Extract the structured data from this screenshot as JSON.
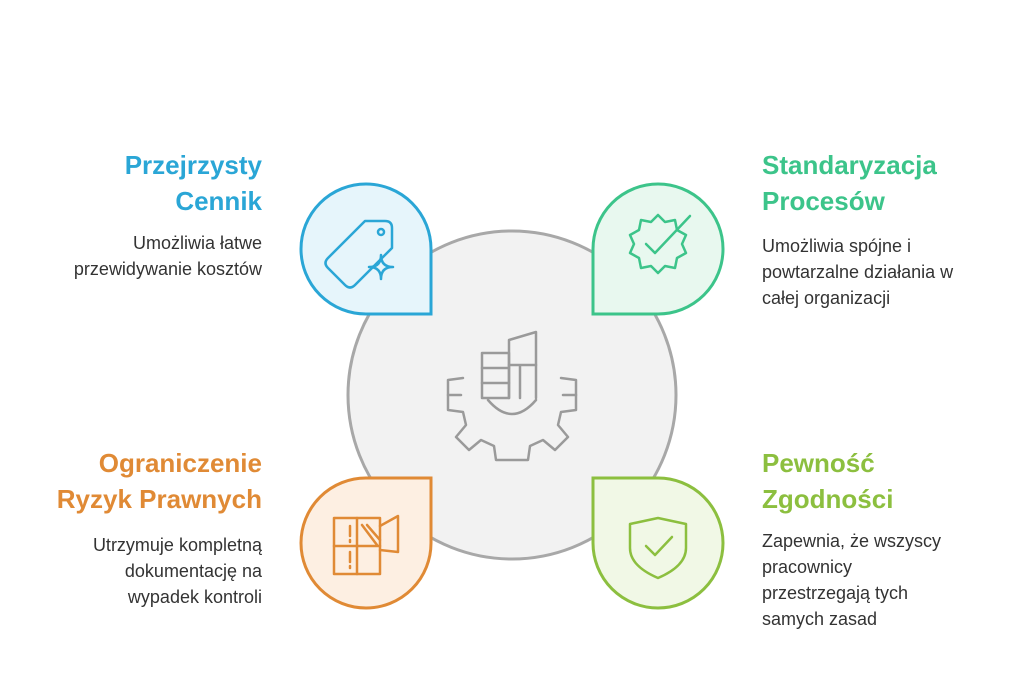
{
  "center": {
    "icon": "building-gear-icon"
  },
  "items": [
    {
      "title_line1": "Przejrzysty",
      "title_line2": "Cennik",
      "desc_line1": "Umożliwia łatwe",
      "desc_line2": "przewidywanie kosztów",
      "desc_line3": "",
      "desc_line4": "",
      "icon": "price-tag-icon",
      "color": "#2AA6D6",
      "fill": "#E6F5FB"
    },
    {
      "title_line1": "Standaryzacja",
      "title_line2": "Procesów",
      "desc_line1": "Umożliwia spójne i",
      "desc_line2": "powtarzalne działania w",
      "desc_line3": "całej organizacji",
      "desc_line4": "",
      "icon": "badge-check-icon",
      "color": "#3CC48A",
      "fill": "#E8F8EF"
    },
    {
      "title_line1": "Ograniczenie",
      "title_line2": "Ryzyk Prawnych",
      "desc_line1": "Utrzymuje kompletną",
      "desc_line2": "dokumentację na",
      "desc_line3": "wypadek kontroli",
      "desc_line4": "",
      "icon": "document-boxes-icon",
      "color": "#E08A35",
      "fill": "#FDEFE2"
    },
    {
      "title_line1": "Pewność",
      "title_line2": "Zgodności",
      "desc_line1": "Zapewnia, że wszyscy",
      "desc_line2": "pracownicy",
      "desc_line3": "przestrzegają tych",
      "desc_line4": "samych zasad",
      "icon": "shield-check-icon",
      "color": "#8CBF3F",
      "fill": "#F1F8E6"
    }
  ]
}
